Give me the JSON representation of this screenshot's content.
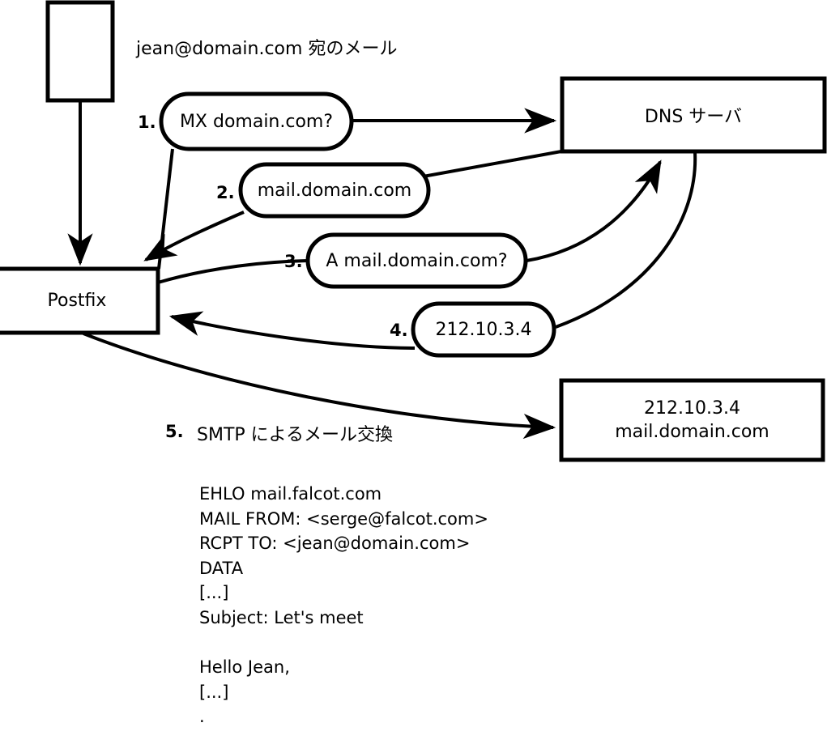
{
  "diagram": {
    "title_note": "jean@domain.com 宛のメール",
    "nodes": {
      "sender_box": {
        "label": ""
      },
      "postfix": {
        "label": "Postfix"
      },
      "dns_server": {
        "label": "DNS サーバ"
      },
      "mail_server": {
        "line1": "212.10.3.4",
        "line2": "mail.domain.com"
      }
    },
    "steps": [
      {
        "num": "1.",
        "label": "MX domain.com?"
      },
      {
        "num": "2.",
        "label": "mail.domain.com"
      },
      {
        "num": "3.",
        "label": "A mail.domain.com?"
      },
      {
        "num": "4.",
        "label": "212.10.3.4"
      },
      {
        "num": "5.",
        "label": "SMTP によるメール交換"
      }
    ],
    "smtp_transcript": [
      "EHLO mail.falcot.com",
      "MAIL FROM: <serge@falcot.com>",
      "RCPT TO: <jean@domain.com>",
      "DATA",
      "[...]",
      "Subject: Let's meet",
      "",
      "Hello Jean,",
      "[...]",
      "."
    ],
    "colors": {
      "stroke": "#000000",
      "fill": "#ffffff",
      "text": "#000000"
    }
  }
}
